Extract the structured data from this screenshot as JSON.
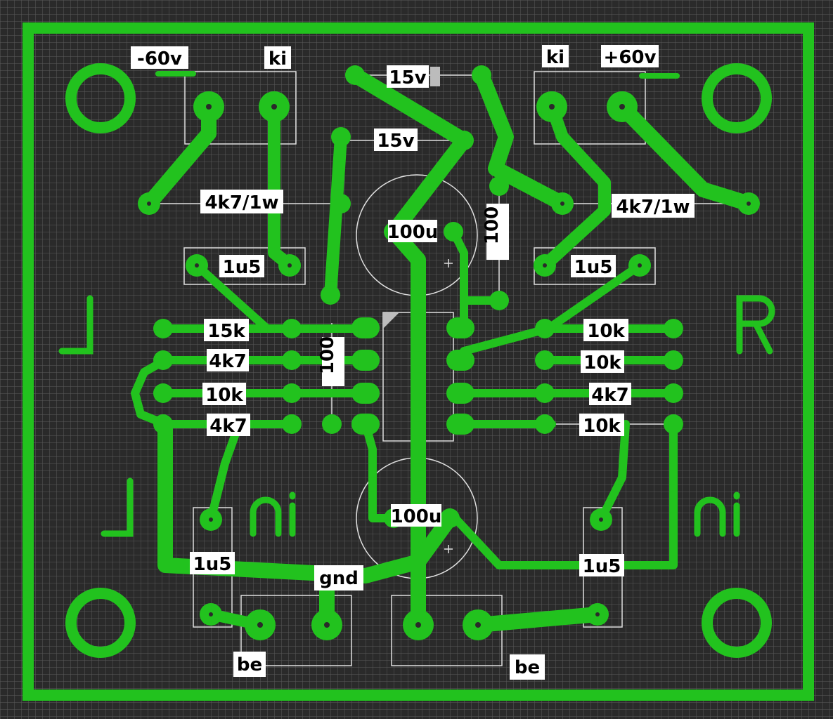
{
  "colors": {
    "background": "#2a2a2a",
    "grid": "#5a5a5a",
    "copper": "#22c21e",
    "silkscreen": "#e0e0e0",
    "label_fill": "#ffffff",
    "label_text": "#000000",
    "hole": "#2a2a2a"
  },
  "labels": {
    "neg60v": "-60v",
    "ki_left": "ki",
    "ki_right": "ki",
    "pos60v": "+60v",
    "v15_top": "15v",
    "v15_mid": "15v",
    "r4k7_1w_left": "4k7/1w",
    "r4k7_1w_right": "4k7/1w",
    "c100u_top": "100u",
    "r100_top": "100",
    "c1u5_left_top": "1u5",
    "c1u5_right_top": "1u5",
    "r15k": "15k",
    "r4k7_l1": "4k7",
    "r10k_l": "10k",
    "r4k7_l2": "4k7",
    "r100_mid": "100",
    "r10k_r1": "10k",
    "r10k_r2": "10k",
    "r4k7_r": "4k7",
    "r10k_r3": "10k",
    "c100u_bottom": "100u",
    "c1u5_left_bottom": "1u5",
    "c1u5_right_bottom": "1u5",
    "gnd": "gnd",
    "be_left": "be",
    "be_right": "be"
  }
}
